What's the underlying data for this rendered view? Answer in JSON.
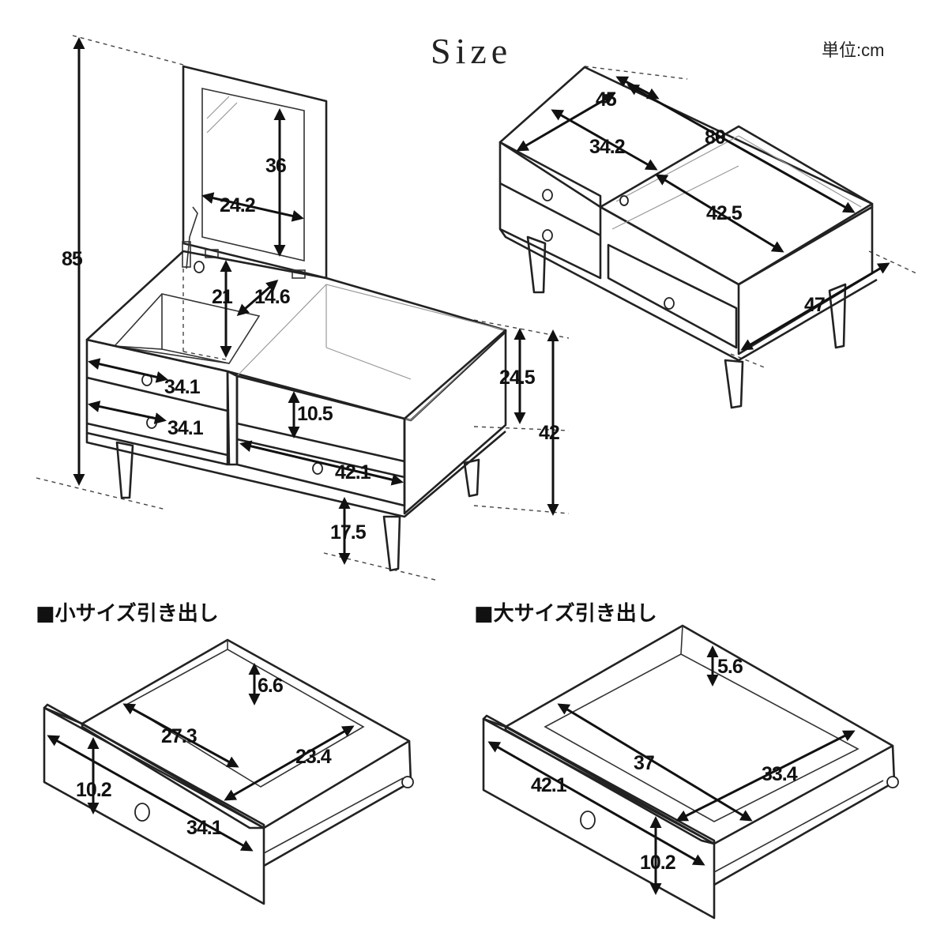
{
  "header": {
    "title": "Size",
    "unit": "単位:cm"
  },
  "sections": {
    "small_drawer": "■小サイズ引き出し",
    "large_drawer": "■大サイズ引き出し"
  },
  "main_view": {
    "total_height": "85",
    "mirror_height": "36",
    "mirror_width": "24.2",
    "compartment_depth": "21",
    "compartment_width": "14.6",
    "small_drawer_width_1": "34.1",
    "small_drawer_width_2": "34.1",
    "inner_height": "10.5",
    "large_drawer_width": "42.1",
    "body_height": "24.5",
    "table_height": "42",
    "leg_height": "17.5"
  },
  "top_view": {
    "depth": "45",
    "length": "80",
    "small_inner_width": "34.2",
    "large_inner_width": "42.5",
    "side_depth": "47"
  },
  "small_drawer": {
    "height_inner": "6.6",
    "depth": "27.3",
    "width_inner": "23.4",
    "front_height": "10.2",
    "front_width": "34.1"
  },
  "large_drawer": {
    "height_inner": "5.6",
    "depth": "37",
    "width_inner": "33.4",
    "front_width": "42.1",
    "front_height": "10.2"
  }
}
